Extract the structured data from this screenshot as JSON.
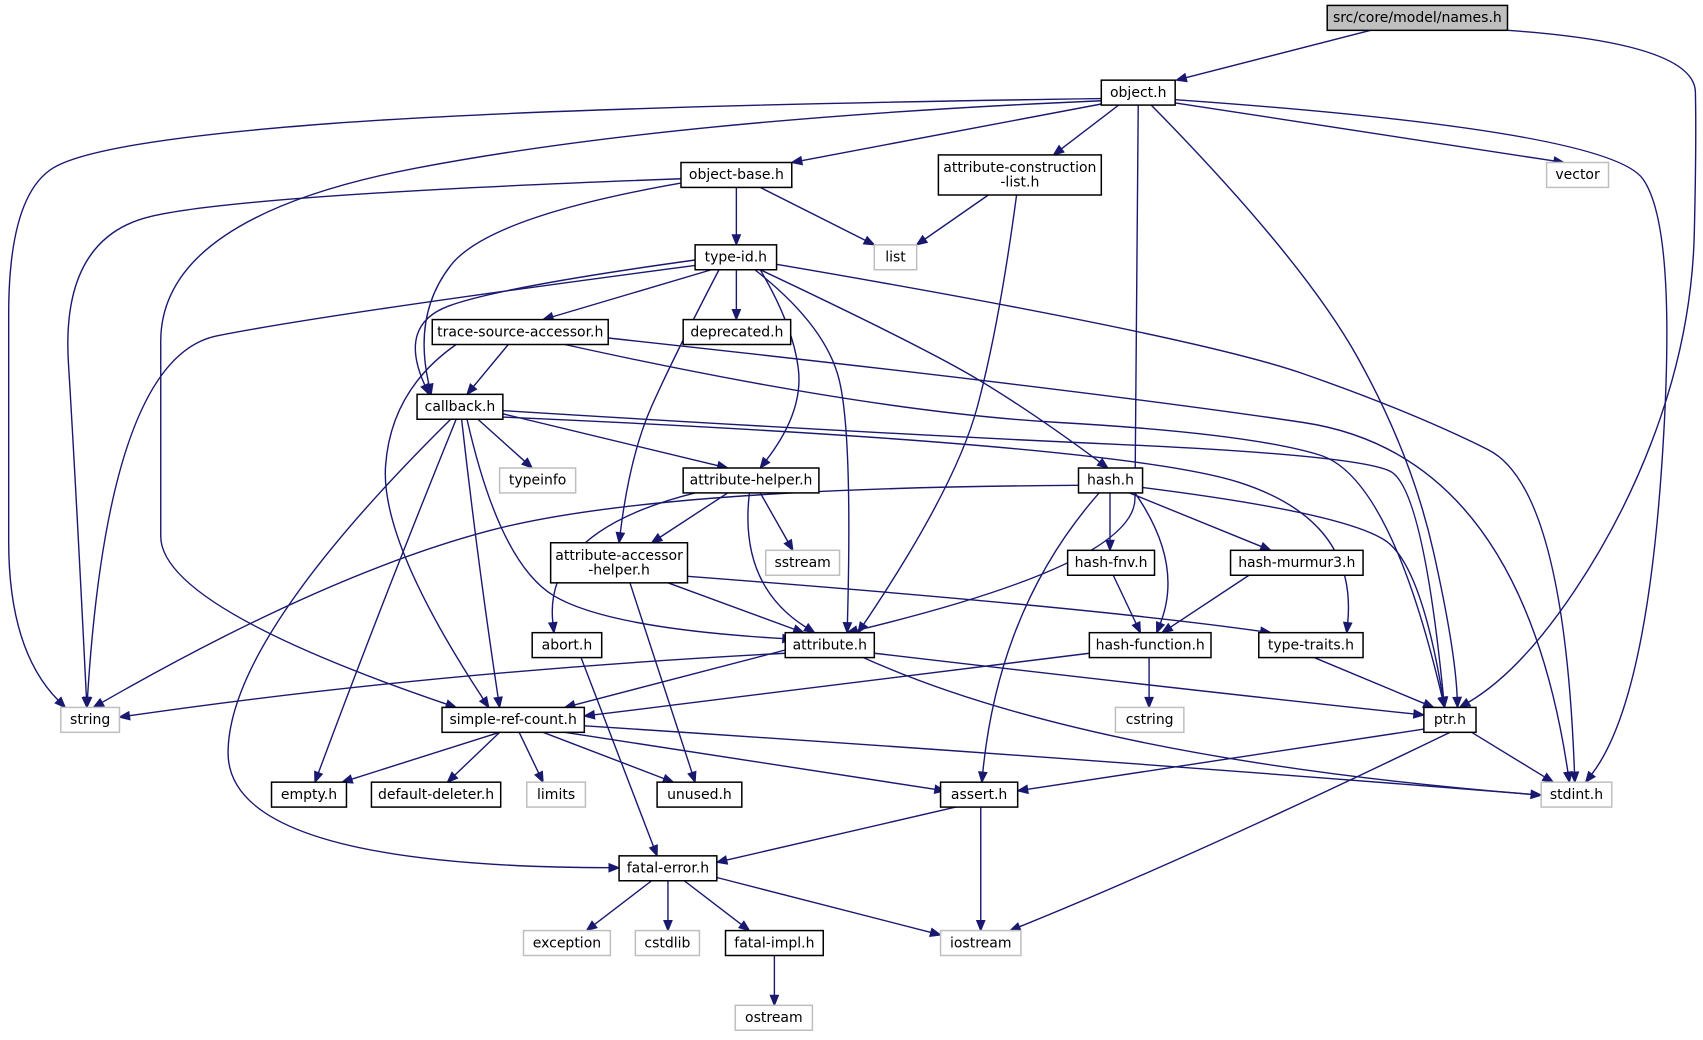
{
  "diagram": {
    "edge_color": "#191970",
    "nodes": [
      {
        "id": "names",
        "lines": [
          "src/core/model/names.h"
        ],
        "kind": "root"
      },
      {
        "id": "object",
        "lines": [
          "object.h"
        ],
        "kind": "project"
      },
      {
        "id": "objectbase",
        "lines": [
          "object-base.h"
        ],
        "kind": "project"
      },
      {
        "id": "attrconst",
        "lines": [
          "attribute-construction",
          "-list.h"
        ],
        "kind": "project"
      },
      {
        "id": "vector",
        "lines": [
          "vector"
        ],
        "kind": "external"
      },
      {
        "id": "list",
        "lines": [
          "list"
        ],
        "kind": "external"
      },
      {
        "id": "typeid",
        "lines": [
          "type-id.h"
        ],
        "kind": "project"
      },
      {
        "id": "tracesrc",
        "lines": [
          "trace-source-accessor.h"
        ],
        "kind": "project"
      },
      {
        "id": "deprecated",
        "lines": [
          "deprecated.h"
        ],
        "kind": "project"
      },
      {
        "id": "callback",
        "lines": [
          "callback.h"
        ],
        "kind": "project"
      },
      {
        "id": "typeinfo",
        "lines": [
          "typeinfo"
        ],
        "kind": "external"
      },
      {
        "id": "attrhelper",
        "lines": [
          "attribute-helper.h"
        ],
        "kind": "project"
      },
      {
        "id": "hash",
        "lines": [
          "hash.h"
        ],
        "kind": "project"
      },
      {
        "id": "attracc",
        "lines": [
          "attribute-accessor",
          "-helper.h"
        ],
        "kind": "project"
      },
      {
        "id": "sstream",
        "lines": [
          "sstream"
        ],
        "kind": "external"
      },
      {
        "id": "hashfnv",
        "lines": [
          "hash-fnv.h"
        ],
        "kind": "project"
      },
      {
        "id": "hashmurmur",
        "lines": [
          "hash-murmur3.h"
        ],
        "kind": "project"
      },
      {
        "id": "abort",
        "lines": [
          "abort.h"
        ],
        "kind": "project"
      },
      {
        "id": "attribute",
        "lines": [
          "attribute.h"
        ],
        "kind": "project"
      },
      {
        "id": "hashfunc",
        "lines": [
          "hash-function.h"
        ],
        "kind": "project"
      },
      {
        "id": "typetraits",
        "lines": [
          "type-traits.h"
        ],
        "kind": "project"
      },
      {
        "id": "string",
        "lines": [
          "string"
        ],
        "kind": "external"
      },
      {
        "id": "simpleref",
        "lines": [
          "simple-ref-count.h"
        ],
        "kind": "project"
      },
      {
        "id": "cstring",
        "lines": [
          "cstring"
        ],
        "kind": "external"
      },
      {
        "id": "ptr",
        "lines": [
          "ptr.h"
        ],
        "kind": "project"
      },
      {
        "id": "empty",
        "lines": [
          "empty.h"
        ],
        "kind": "project"
      },
      {
        "id": "defdel",
        "lines": [
          "default-deleter.h"
        ],
        "kind": "project"
      },
      {
        "id": "limits",
        "lines": [
          "limits"
        ],
        "kind": "external"
      },
      {
        "id": "unused",
        "lines": [
          "unused.h"
        ],
        "kind": "project"
      },
      {
        "id": "assert",
        "lines": [
          "assert.h"
        ],
        "kind": "project"
      },
      {
        "id": "stdint",
        "lines": [
          "stdint.h"
        ],
        "kind": "external"
      },
      {
        "id": "fatalerror",
        "lines": [
          "fatal-error.h"
        ],
        "kind": "project"
      },
      {
        "id": "exception",
        "lines": [
          "exception"
        ],
        "kind": "external"
      },
      {
        "id": "cstdlib",
        "lines": [
          "cstdlib"
        ],
        "kind": "external"
      },
      {
        "id": "fatalimpl",
        "lines": [
          "fatal-impl.h"
        ],
        "kind": "project"
      },
      {
        "id": "iostream",
        "lines": [
          "iostream"
        ],
        "kind": "external"
      },
      {
        "id": "ostream",
        "lines": [
          "ostream"
        ],
        "kind": "external"
      }
    ],
    "edges": [
      [
        "names",
        "object"
      ],
      [
        "names",
        "ptr"
      ],
      [
        "object",
        "objectbase"
      ],
      [
        "object",
        "attrconst"
      ],
      [
        "object",
        "vector"
      ],
      [
        "object",
        "string"
      ],
      [
        "object",
        "simpleref"
      ],
      [
        "object",
        "attribute"
      ],
      [
        "object",
        "ptr"
      ],
      [
        "object",
        "stdint"
      ],
      [
        "objectbase",
        "typeid"
      ],
      [
        "objectbase",
        "list"
      ],
      [
        "objectbase",
        "string"
      ],
      [
        "objectbase",
        "callback"
      ],
      [
        "attrconst",
        "list"
      ],
      [
        "attrconst",
        "attribute"
      ],
      [
        "typeid",
        "tracesrc"
      ],
      [
        "typeid",
        "deprecated"
      ],
      [
        "typeid",
        "callback"
      ],
      [
        "typeid",
        "attrhelper"
      ],
      [
        "typeid",
        "attracc"
      ],
      [
        "typeid",
        "attribute"
      ],
      [
        "typeid",
        "hash"
      ],
      [
        "typeid",
        "string"
      ],
      [
        "typeid",
        "stdint"
      ],
      [
        "tracesrc",
        "callback"
      ],
      [
        "tracesrc",
        "simpleref"
      ],
      [
        "tracesrc",
        "ptr"
      ],
      [
        "tracesrc",
        "stdint"
      ],
      [
        "callback",
        "typeinfo"
      ],
      [
        "callback",
        "attrhelper"
      ],
      [
        "callback",
        "attribute"
      ],
      [
        "callback",
        "simpleref"
      ],
      [
        "callback",
        "empty"
      ],
      [
        "callback",
        "fatalerror"
      ],
      [
        "callback",
        "ptr"
      ],
      [
        "callback",
        "typetraits"
      ],
      [
        "attrhelper",
        "attracc"
      ],
      [
        "attrhelper",
        "sstream"
      ],
      [
        "attrhelper",
        "abort"
      ],
      [
        "attrhelper",
        "attribute"
      ],
      [
        "hash",
        "hashfnv"
      ],
      [
        "hash",
        "hashmurmur"
      ],
      [
        "hash",
        "hashfunc"
      ],
      [
        "hash",
        "assert"
      ],
      [
        "hash",
        "ptr"
      ],
      [
        "hash",
        "string"
      ],
      [
        "attracc",
        "attribute"
      ],
      [
        "attracc",
        "unused"
      ],
      [
        "attracc",
        "typetraits"
      ],
      [
        "hashfnv",
        "hashfunc"
      ],
      [
        "hashmurmur",
        "hashfunc"
      ],
      [
        "abort",
        "fatalerror"
      ],
      [
        "attribute",
        "string"
      ],
      [
        "attribute",
        "simpleref"
      ],
      [
        "attribute",
        "ptr"
      ],
      [
        "attribute",
        "stdint"
      ],
      [
        "hashfunc",
        "simpleref"
      ],
      [
        "hashfunc",
        "cstring"
      ],
      [
        "typetraits",
        "ptr"
      ],
      [
        "simpleref",
        "empty"
      ],
      [
        "simpleref",
        "defdel"
      ],
      [
        "simpleref",
        "limits"
      ],
      [
        "simpleref",
        "unused"
      ],
      [
        "simpleref",
        "assert"
      ],
      [
        "simpleref",
        "stdint"
      ],
      [
        "ptr",
        "assert"
      ],
      [
        "ptr",
        "stdint"
      ],
      [
        "ptr",
        "iostream"
      ],
      [
        "assert",
        "fatalerror"
      ],
      [
        "assert",
        "iostream"
      ],
      [
        "fatalerror",
        "exception"
      ],
      [
        "fatalerror",
        "cstdlib"
      ],
      [
        "fatalerror",
        "fatalimpl"
      ],
      [
        "fatalerror",
        "iostream"
      ],
      [
        "fatalimpl",
        "ostream"
      ]
    ]
  }
}
